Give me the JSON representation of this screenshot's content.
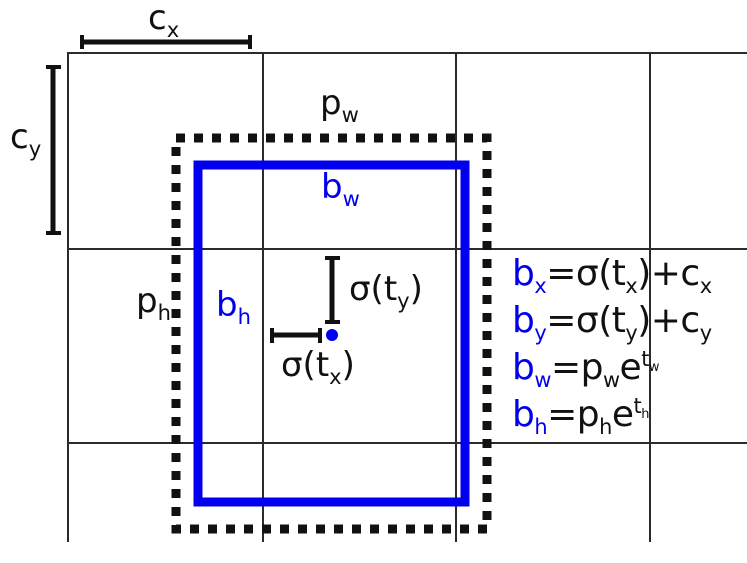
{
  "colors": {
    "blue": "#0000ee",
    "ink": "#111111",
    "grid": "#2b2b2b"
  },
  "labels": {
    "cx": {
      "text": "cx",
      "tokens": [
        {
          "t": "c"
        },
        {
          "t": "x",
          "s": "sub"
        }
      ]
    },
    "cy": {
      "text": "cy",
      "tokens": [
        {
          "t": "c"
        },
        {
          "t": "y",
          "s": "sub"
        }
      ]
    },
    "pw": {
      "text": "pw",
      "tokens": [
        {
          "t": "p"
        },
        {
          "t": "w",
          "s": "sub"
        }
      ]
    },
    "bw": {
      "text": "bw",
      "tokens": [
        {
          "t": "b",
          "color": "blue"
        },
        {
          "t": "w",
          "s": "sub",
          "color": "blue"
        }
      ]
    },
    "ph": {
      "text": "ph",
      "tokens": [
        {
          "t": "p"
        },
        {
          "t": "h",
          "s": "sub"
        }
      ]
    },
    "bh": {
      "text": "bh",
      "tokens": [
        {
          "t": "b",
          "color": "blue"
        },
        {
          "t": "h",
          "s": "sub",
          "color": "blue"
        }
      ]
    },
    "sigma_ty": {
      "text": "σ(ty)",
      "tokens": [
        {
          "t": "σ(t"
        },
        {
          "t": "y",
          "s": "sub"
        },
        {
          "t": ")"
        }
      ]
    },
    "sigma_tx": {
      "text": "σ(tx)",
      "tokens": [
        {
          "t": "σ(t"
        },
        {
          "t": "x",
          "s": "sub"
        },
        {
          "t": ")"
        }
      ]
    }
  },
  "equations": {
    "lines": [
      {
        "id": "bx",
        "text": "bx=σ(tx)+cx",
        "tokens": [
          {
            "t": "b",
            "color": "blue"
          },
          {
            "t": "x",
            "s": "sub",
            "color": "blue"
          },
          {
            "t": "=σ(t"
          },
          {
            "t": "x",
            "s": "sub"
          },
          {
            "t": ")+c"
          },
          {
            "t": "x",
            "s": "sub"
          }
        ]
      },
      {
        "id": "by",
        "text": "by=σ(ty)+cy",
        "tokens": [
          {
            "t": "b",
            "color": "blue"
          },
          {
            "t": "y",
            "s": "sub",
            "color": "blue"
          },
          {
            "t": "=σ(t"
          },
          {
            "t": "y",
            "s": "sub"
          },
          {
            "t": ")+c"
          },
          {
            "t": "y",
            "s": "sub"
          }
        ]
      },
      {
        "id": "bw",
        "text": "bw=pw e^tw",
        "tokens": [
          {
            "t": "b",
            "color": "blue"
          },
          {
            "t": "w",
            "s": "sub",
            "color": "blue"
          },
          {
            "t": "=p"
          },
          {
            "t": "w",
            "s": "sub"
          },
          {
            "t": "e"
          },
          {
            "t": "t",
            "s": "sup",
            "ss": "w"
          }
        ]
      },
      {
        "id": "bh",
        "text": "bh=ph e^th",
        "tokens": [
          {
            "t": "b",
            "color": "blue"
          },
          {
            "t": "h",
            "s": "sub",
            "color": "blue"
          },
          {
            "t": "=p"
          },
          {
            "t": "h",
            "s": "sub"
          },
          {
            "t": "e"
          },
          {
            "t": "t",
            "s": "sup",
            "ss": "h"
          }
        ]
      }
    ]
  }
}
